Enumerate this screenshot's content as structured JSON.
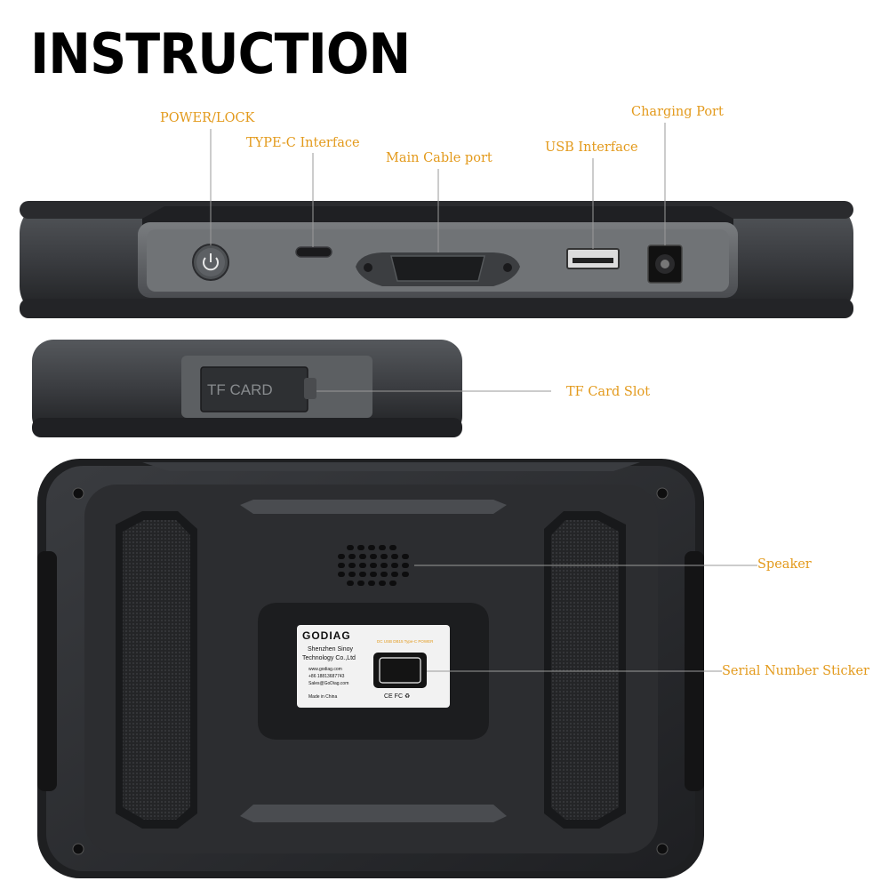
{
  "title": "INSTRUCTION",
  "labels": {
    "power_lock": "POWER/LOCK",
    "type_c": "TYPE-C Interface",
    "main_cable": "Main Cable port",
    "usb": "USB Interface",
    "charging": "Charging Port",
    "tf_slot": "TF  Card Slot",
    "speaker": "Speaker",
    "serial": "Serial Number Sticker"
  },
  "device": {
    "tf_cover_text": "TF  CARD"
  },
  "sticker": {
    "brand": "GODIAG",
    "ports": "DC  USB  DB15 Type-C POWER",
    "company_line1": "Shenzhen Sinoy",
    "company_line2": "Technology Co.,Ltd",
    "website": "www.godiag.com",
    "phone": "+86 18813687743",
    "email": "Sales@GoDiag.com",
    "made_in": "Made in China",
    "certs": "CE  FC  ♻"
  },
  "colors": {
    "label": "#e39a1c",
    "body": "#2e3033",
    "body_light": "#6a6d70"
  }
}
